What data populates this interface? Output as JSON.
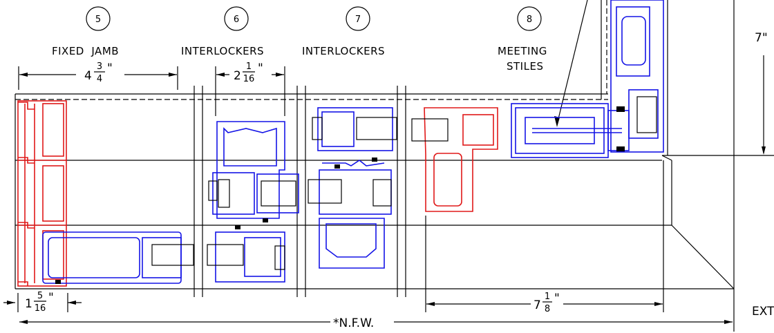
{
  "details": [
    {
      "number": "5",
      "title": "FIXED  JAMB"
    },
    {
      "number": "6",
      "title": "INTERLOCKERS"
    },
    {
      "number": "7",
      "title": "INTERLOCKERS"
    },
    {
      "number": "8",
      "title": "MEETING",
      "title2": "STILES"
    }
  ],
  "dimensions": {
    "jamb_width": {
      "whole": "4",
      "num": "3",
      "den": "4",
      "unit": "\""
    },
    "interlocker_width": {
      "whole": "2",
      "num": "1",
      "den": "16",
      "unit": "\""
    },
    "jamb_depth": {
      "whole": "1",
      "num": "5",
      "den": "16",
      "unit": "\""
    },
    "stile_width": {
      "whole": "7",
      "num": "1",
      "den": "8",
      "unit": "\""
    },
    "right_height": "7\"",
    "overall": "*N.F.W.",
    "exterior": "EXT"
  },
  "colors": {
    "frame_left": "#e01818",
    "panel": "#1414e6",
    "lines": "#000000"
  }
}
